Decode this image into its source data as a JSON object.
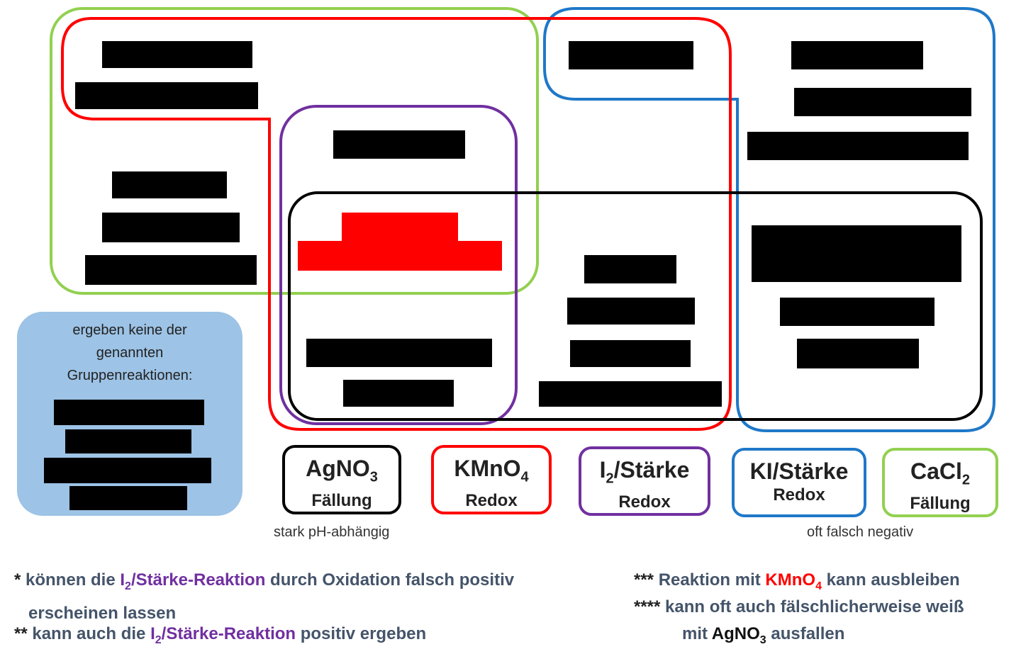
{
  "colors": {
    "agno3": "#000000",
    "kmno4": "#ff0000",
    "i2": "#7030a0",
    "ki": "#1f78c8",
    "cacl2": "#92d050",
    "none_group_fill": "#9dc3e6",
    "footnote_text": "#44546a"
  },
  "legend": [
    {
      "id": "agno3",
      "title_main": "AgNO",
      "title_sub": "3",
      "title_rest": "",
      "subtitle": "Fällung"
    },
    {
      "id": "kmno4",
      "title_main": "KMnO",
      "title_sub": "4",
      "title_rest": "",
      "subtitle": "Redox"
    },
    {
      "id": "i2",
      "title_main": "I",
      "title_sub": "2",
      "title_rest": "/Stärke",
      "subtitle": "Redox"
    },
    {
      "id": "ki",
      "title_main": "KI/Stärke",
      "title_sub": "",
      "title_rest": "",
      "subtitle": "Redox"
    },
    {
      "id": "cacl2",
      "title_main": "CaCl",
      "title_sub": "2",
      "title_rest": "",
      "subtitle": "Fällung"
    }
  ],
  "notes": {
    "agno3": "stark pH-abhängig",
    "ki": "oft falsch negativ"
  },
  "none_group": {
    "line1": "ergeben keine der",
    "line2": "genannten",
    "line3": "Gruppenreaktionen:"
  },
  "footnotes": {
    "f1_star": "*",
    "f1_a": "können die ",
    "f1_b": "I",
    "f1_b_sub": "2",
    "f1_c": "/Stärke-Reaktion",
    "f1_d": " durch Oxidation falsch positiv",
    "f1_line2": "erscheinen lassen",
    "f2_star": "**",
    "f2_a": "kann auch die ",
    "f2_b": "I",
    "f2_b_sub": "2",
    "f2_c": "/Stärke-Reaktion",
    "f2_d": " positiv ergeben",
    "f3_star": "***",
    "f3_a": "Reaktion mit ",
    "f3_b": "KMnO",
    "f3_b_sub": "4",
    "f3_c": " kann ausbleiben",
    "f4_star": "****",
    "f4_a": "kann oft auch fälschlicherweise weiß",
    "f4_line2_a": "mit ",
    "f4_line2_b": "AgNO",
    "f4_line2_b_sub": "3",
    "f4_line2_c": " ausfallen"
  }
}
